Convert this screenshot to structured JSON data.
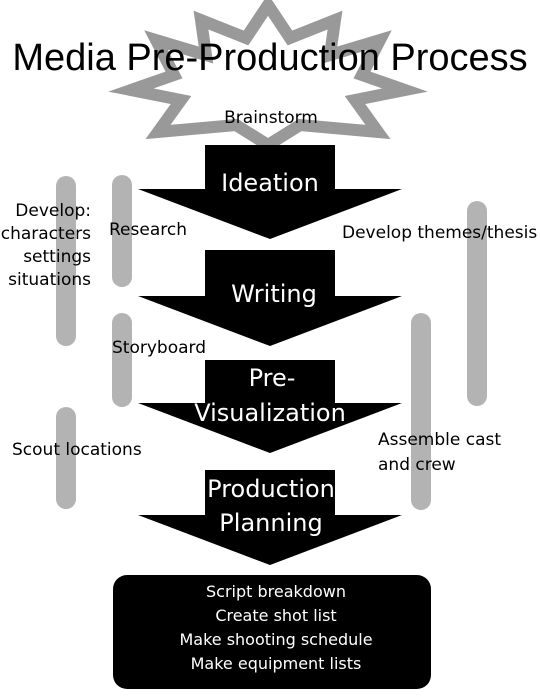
{
  "title": "Media Pre-Production Process",
  "burst_label": "Brainstorm",
  "steps": [
    {
      "lines": [
        "Ideation"
      ]
    },
    {
      "lines": [
        "Writing"
      ]
    },
    {
      "lines": [
        "Pre-",
        "Visualization"
      ]
    },
    {
      "lines": [
        "Production",
        "Planning"
      ]
    }
  ],
  "side_labels": {
    "develop": [
      "Develop:",
      "characters",
      "settings",
      "situations"
    ],
    "research": "Research",
    "themes": "Develop themes/thesis",
    "storyboard": "Storyboard",
    "scout": "Scout locations",
    "assemble": [
      "Assemble cast",
      "and crew"
    ]
  },
  "box_items": [
    "Script breakdown",
    "Create shot list",
    "Make shooting schedule",
    "Make equipment lists"
  ],
  "colors": {
    "burst_fill": "#ffffff",
    "burst_stroke": "#999999",
    "arrow_fill": "#000000",
    "bar_fill": "#b3b3b3",
    "box_fill": "#000000"
  }
}
